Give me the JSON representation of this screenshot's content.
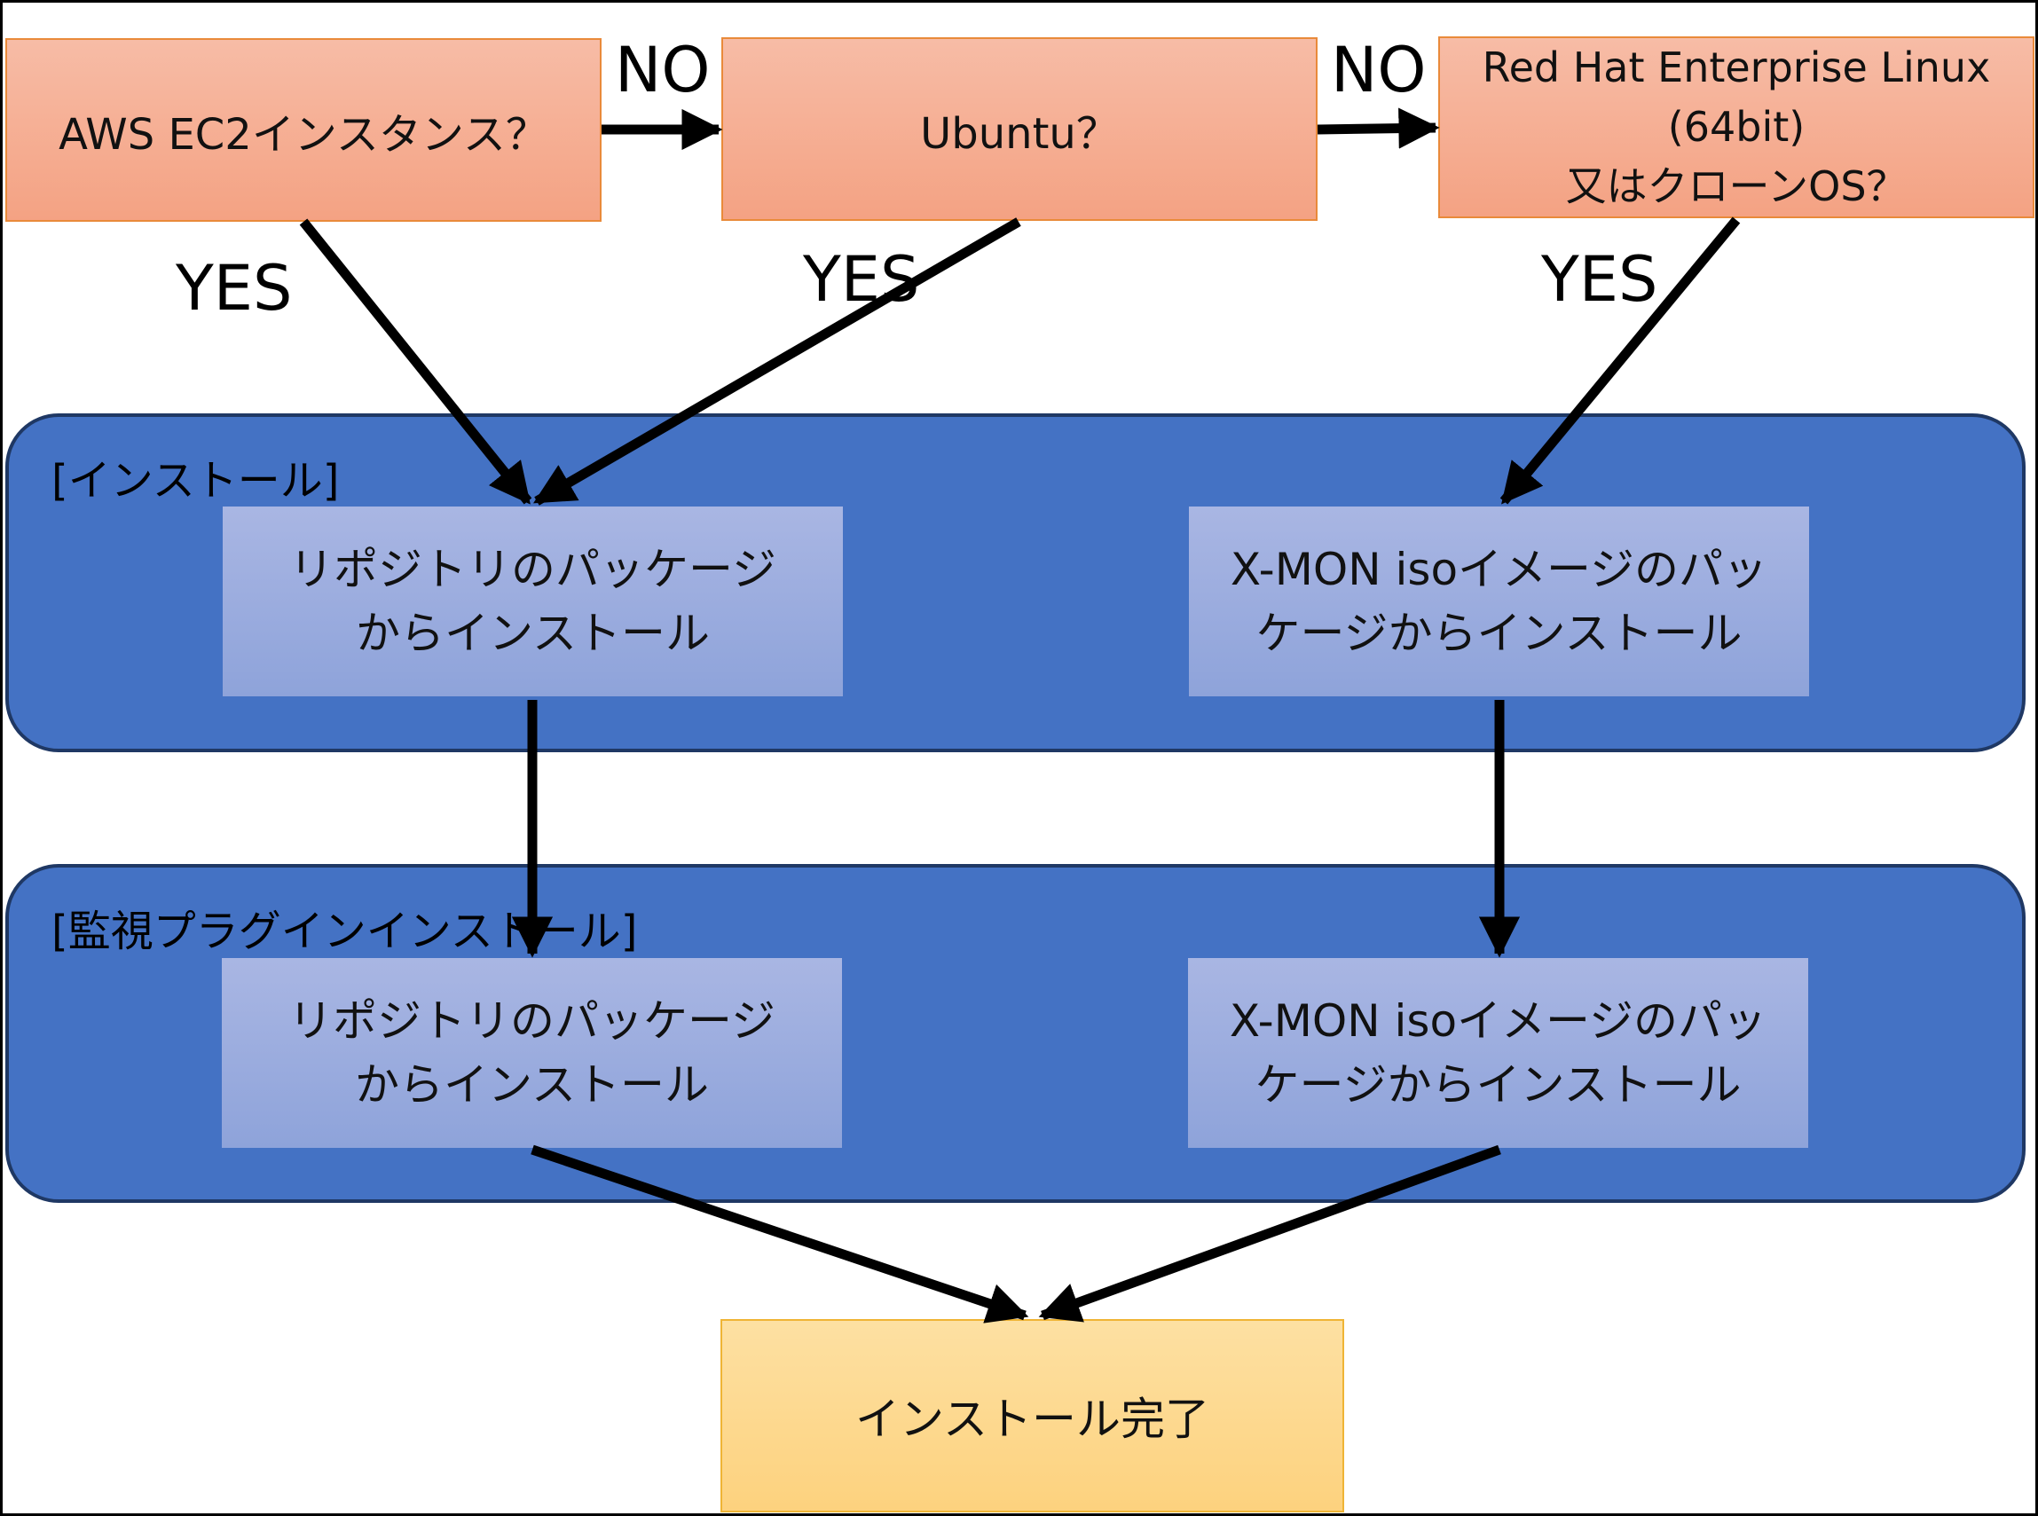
{
  "decisions": {
    "aws": "AWS EC2インスタンス？",
    "ubuntu": "Ubuntu？",
    "rhel_line1": "Red Hat Enterprise Linux",
    "rhel_line2": "(64bit)",
    "rhel_line3": "又はクローンOS？"
  },
  "edge_labels": {
    "no_1": "NO",
    "no_2": "NO",
    "yes_aws": "YES",
    "yes_ubuntu": "YES",
    "yes_rhel": "YES"
  },
  "groups": {
    "install": {
      "title": "[インストール]",
      "left_line1": "リポジトリのパッケージ",
      "left_line2": "からインストール",
      "right_line1": "X-MON isoイメージのパッ",
      "right_line2": "ケージからインストール"
    },
    "plugin": {
      "title": "[監視プラグインインストール]",
      "left_line1": "リポジトリのパッケージ",
      "left_line2": "からインストール",
      "right_line1": "X-MON isoイメージのパッ",
      "right_line2": "ケージからインストール"
    }
  },
  "final": {
    "label": "インストール完了"
  },
  "colors": {
    "decision_fill": "#f4a283",
    "decision_border": "#e98a3a",
    "group_fill": "#4472c4",
    "group_border": "#1f3864",
    "action_fill": "#8ea3da",
    "done_fill": "#fdd27e",
    "done_border": "#efb435",
    "edge": "#000000"
  }
}
